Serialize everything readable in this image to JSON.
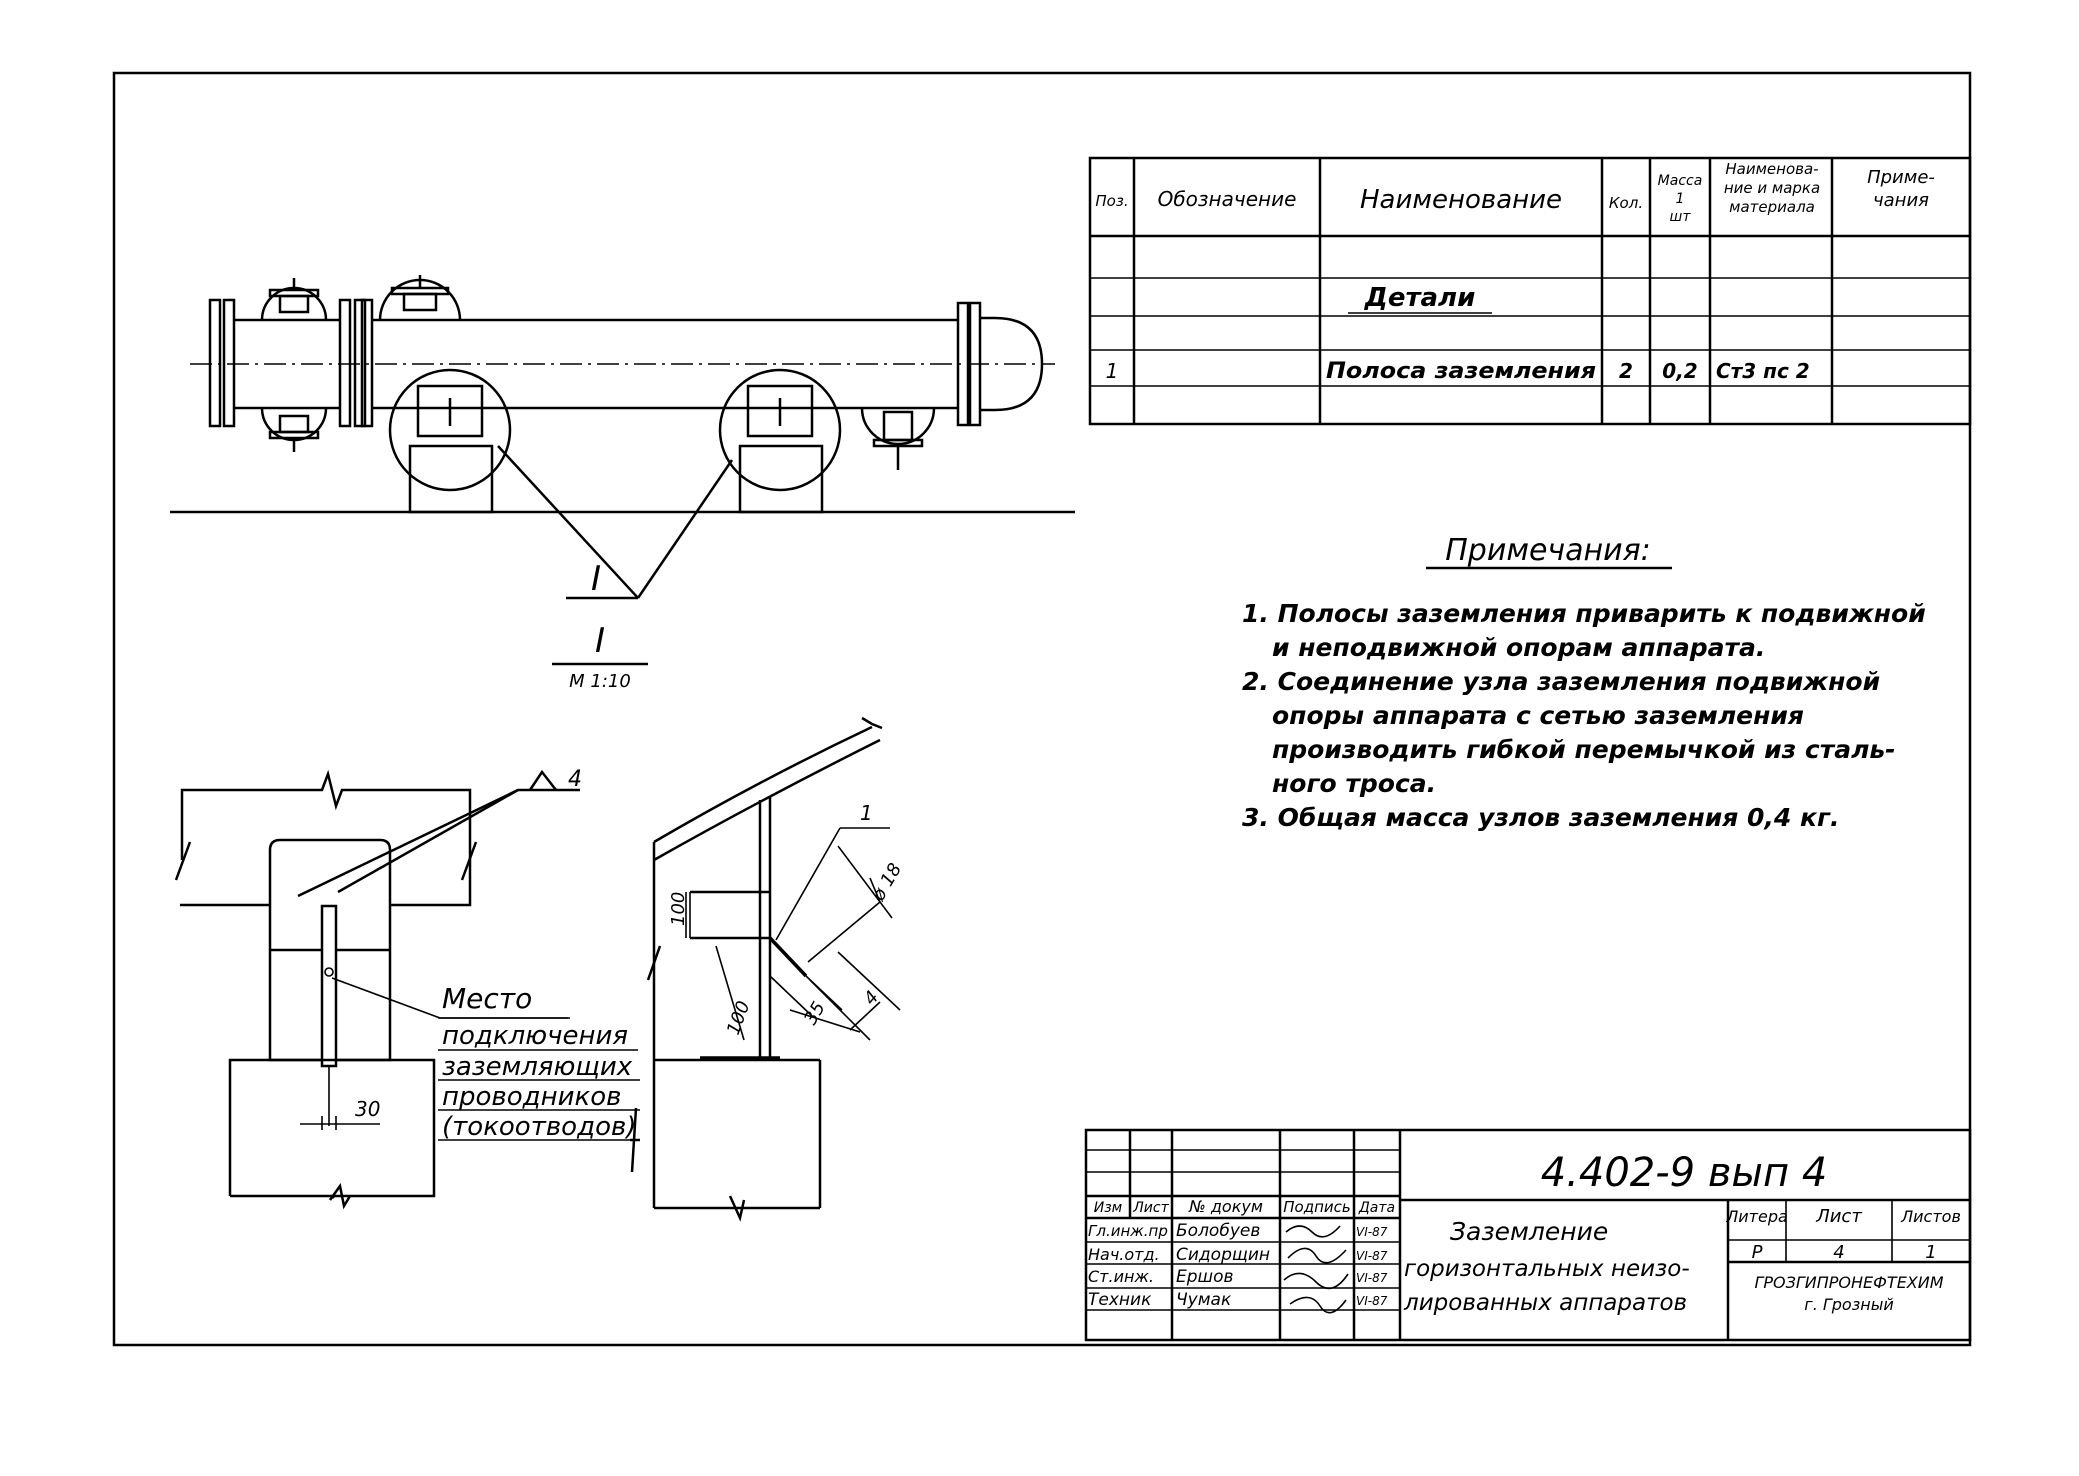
{
  "spec": {
    "headers": [
      "Поз.",
      "Обозначение",
      "Наименование",
      "Кол.",
      "Масса 1 шт",
      "Наименова- ние и марка материала",
      "Приме- чания"
    ],
    "section_title": "Детали",
    "rows": [
      [
        "1",
        "",
        "Полоса заземления",
        "2",
        "0,2",
        "Ст3 пс 2",
        ""
      ]
    ]
  },
  "notes": {
    "title": "Примечания:",
    "items": [
      "1. Полосы заземления приварить к подвижной",
      "и неподвижной опорам аппарата.",
      "2. Соединение узла заземления подвижной",
      "опоры аппарата с сетью заземления",
      "производить гибкой перемычкой из сталь-",
      "ного троса.",
      "3. Общая масса узлов заземления 0,4 кг."
    ]
  },
  "views": {
    "callout_label": "I",
    "detail_title": "I",
    "detail_scale": "М 1:10"
  },
  "detail_dims": {
    "weld_leg": "4",
    "width_30": "30",
    "height_100": "100",
    "hole_d": "ø 18",
    "dim_35": "35",
    "dim_100": "100",
    "dim_4": "4",
    "pos_1": "1"
  },
  "connection_note": [
    "Место",
    "подключения",
    "заземляющих",
    "проводников",
    "(токоотводов)"
  ],
  "title_block": {
    "doc_code": "4.402-9 вып 4",
    "title_lines": [
      "Заземление",
      "горизонтальных неизо-",
      "лированных аппаратов"
    ],
    "col_headers": [
      "Изм",
      "Лист",
      "№ докум",
      "Подпись",
      "Дата"
    ],
    "people": [
      {
        "role": "Гл.инж.пр",
        "name": "Болобуев",
        "date": "VI-87"
      },
      {
        "role": "Нач.отд.",
        "name": "Сидорщин",
        "date": "VI-87"
      },
      {
        "role": "Ст.инж.",
        "name": "Ершов",
        "date": "VI-87"
      },
      {
        "role": "Техник",
        "name": "Чумак",
        "date": "VI-87"
      }
    ],
    "stage_headers": [
      "Литера",
      "Лист",
      "Листов"
    ],
    "stage_values": [
      "Р",
      "4",
      "1"
    ],
    "org": [
      "ГРОЗГИПРОНЕФТЕХИМ",
      "г. Грозный"
    ]
  }
}
